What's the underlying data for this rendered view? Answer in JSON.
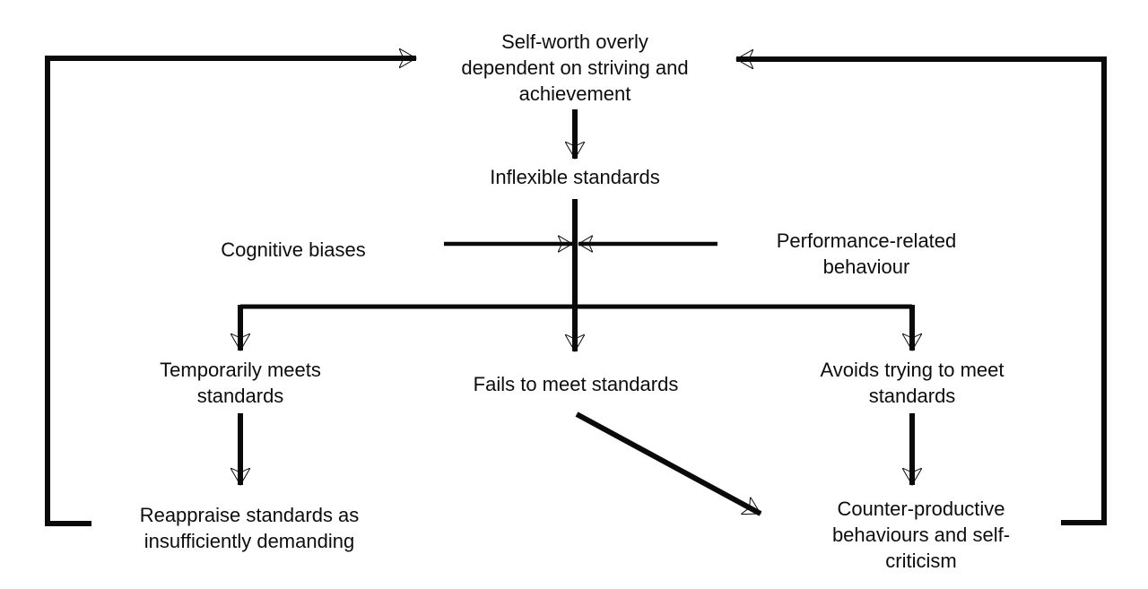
{
  "figure": {
    "description": "Flowchart of self-worth overly dependent on striving and achievement",
    "colors": {
      "background": "#ffffff",
      "line": "#0a0a0a",
      "text": "#0d0d0d"
    },
    "nodes": {
      "self_worth": {
        "lines": [
          "Self-worth overly",
          "dependent on striving and",
          "achievement"
        ]
      },
      "inflexible_standards": {
        "lines": [
          "Inflexible standards"
        ]
      },
      "cognitive_biases": {
        "lines": [
          "Cognitive biases"
        ]
      },
      "performance_behaviour": {
        "lines": [
          "Performance-related",
          "behaviour"
        ]
      },
      "temporarily_meets": {
        "lines": [
          "Temporarily meets",
          "standards"
        ]
      },
      "fails_to_meet": {
        "lines": [
          "Fails to meet standards"
        ]
      },
      "avoids_trying": {
        "lines": [
          "Avoids trying to meet",
          "standards"
        ]
      },
      "reappraise_standards": {
        "lines": [
          "Reappraise standards as",
          "insufficiently demanding"
        ]
      },
      "counterproductive": {
        "lines": [
          "Counter-productive",
          "behaviours and self-",
          "criticism"
        ]
      }
    },
    "edges": [
      {
        "from": "self_worth",
        "to": "inflexible_standards"
      },
      {
        "from": "cognitive_biases",
        "to": "central-junction"
      },
      {
        "from": "performance_behaviour",
        "to": "central-junction"
      },
      {
        "from": "inflexible_standards",
        "to": "temporarily_meets"
      },
      {
        "from": "inflexible_standards",
        "to": "fails_to_meet"
      },
      {
        "from": "inflexible_standards",
        "to": "avoids_trying"
      },
      {
        "from": "temporarily_meets",
        "to": "reappraise_standards"
      },
      {
        "from": "fails_to_meet",
        "to": "counterproductive"
      },
      {
        "from": "avoids_trying",
        "to": "counterproductive"
      },
      {
        "from": "reappraise_standards",
        "to": "self_worth"
      },
      {
        "from": "counterproductive",
        "to": "self_worth"
      }
    ]
  }
}
